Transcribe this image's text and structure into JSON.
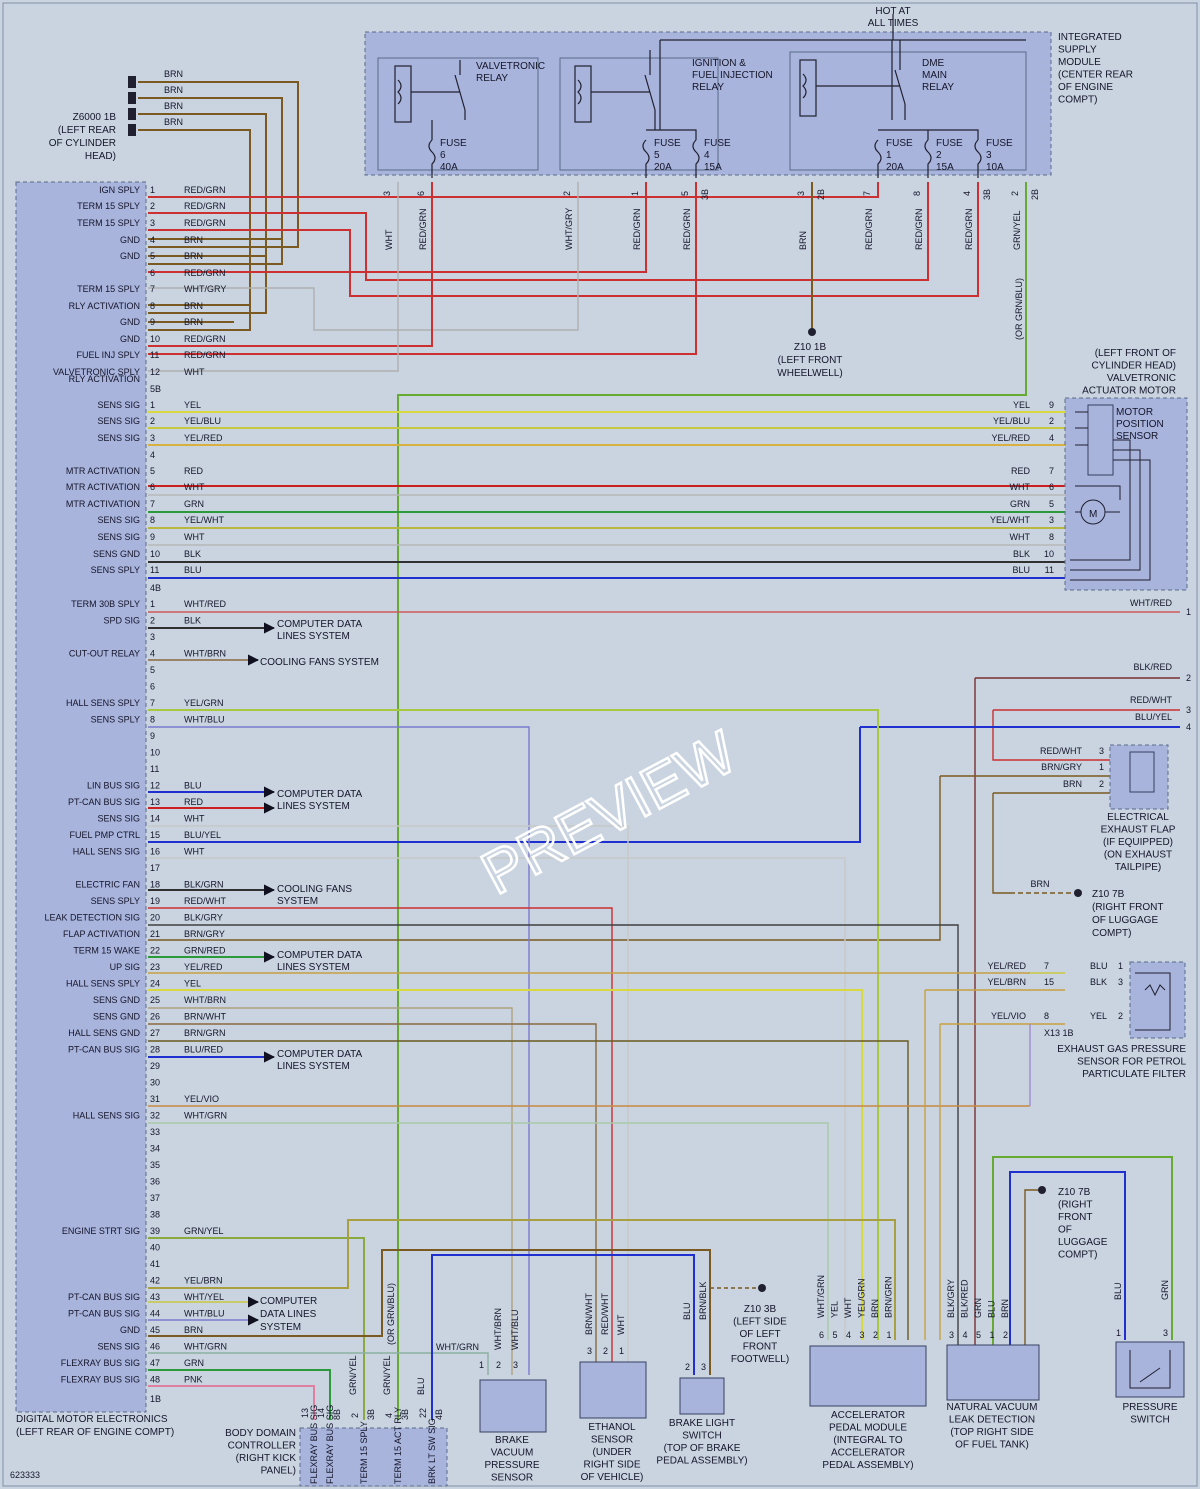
{
  "watermark": "PREVIEW",
  "figure_id": "623333",
  "dme": {
    "title": "DIGITAL MOTOR ELECTRONICS",
    "subtitle": "(LEFT REAR OF ENGINE COMPT)",
    "pins_a": [
      {
        "n": "1",
        "label": "IGN SPLY",
        "wire": "RED/GRN"
      },
      {
        "n": "2",
        "label": "TERM 15 SPLY",
        "wire": "RED/GRN"
      },
      {
        "n": "3",
        "label": "TERM 15 SPLY",
        "wire": "RED/GRN"
      },
      {
        "n": "4",
        "label": "GND",
        "wire": "BRN"
      },
      {
        "n": "5",
        "label": "GND",
        "wire": "BRN"
      },
      {
        "n": "6",
        "label": "",
        "wire": "RED/GRN"
      },
      {
        "n": "7",
        "label": "TERM 15 SPLY",
        "wire": "WHT/GRY"
      },
      {
        "n": "8",
        "label": "RLY ACTIVATION",
        "wire": "BRN"
      },
      {
        "n": "9",
        "label": "GND",
        "wire": "BRN"
      },
      {
        "n": "10",
        "label": "GND",
        "wire": "RED/GRN"
      },
      {
        "n": "11",
        "label": "FUEL INJ SPLY",
        "wire": "RED/GRN"
      },
      {
        "n": "12",
        "label": "VALVETRONIC SPLY",
        "wire": "WHT"
      }
    ],
    "rly_activation_label": "RLY ACTIVATION",
    "conn_5b": "5B",
    "pins_b": [
      {
        "n": "1",
        "label": "SENS SIG",
        "wire": "YEL"
      },
      {
        "n": "2",
        "label": "SENS SIG",
        "wire": "YEL/BLU"
      },
      {
        "n": "3",
        "label": "SENS SIG",
        "wire": "YEL/RED"
      },
      {
        "n": "4",
        "label": "",
        "wire": ""
      },
      {
        "n": "5",
        "label": "MTR ACTIVATION",
        "wire": "RED"
      },
      {
        "n": "6",
        "label": "MTR ACTIVATION",
        "wire": "WHT"
      },
      {
        "n": "7",
        "label": "MTR ACTIVATION",
        "wire": "GRN"
      },
      {
        "n": "8",
        "label": "SENS SIG",
        "wire": "YEL/WHT"
      },
      {
        "n": "9",
        "label": "SENS SIG",
        "wire": "WHT"
      },
      {
        "n": "10",
        "label": "SENS GND",
        "wire": "BLK"
      },
      {
        "n": "11",
        "label": "SENS SPLY",
        "wire": "BLU"
      }
    ],
    "conn_4b": "4B",
    "pins_c": [
      {
        "n": "1",
        "label": "TERM 30B SPLY",
        "wire": "WHT/RED"
      },
      {
        "n": "2",
        "label": "SPD SIG",
        "wire": "BLK"
      },
      {
        "n": "3",
        "label": "",
        "wire": ""
      },
      {
        "n": "4",
        "label": "CUT-OUT RELAY",
        "wire": "WHT/BRN"
      },
      {
        "n": "5",
        "label": "",
        "wire": ""
      },
      {
        "n": "6",
        "label": "",
        "wire": ""
      },
      {
        "n": "7",
        "label": "HALL SENS SPLY",
        "wire": "YEL/GRN"
      },
      {
        "n": "8",
        "label": "SENS SPLY",
        "wire": "WHT/BLU"
      },
      {
        "n": "9",
        "label": "",
        "wire": ""
      },
      {
        "n": "10",
        "label": "",
        "wire": ""
      },
      {
        "n": "11",
        "label": "",
        "wire": ""
      },
      {
        "n": "12",
        "label": "LIN BUS SIG",
        "wire": "BLU"
      },
      {
        "n": "13",
        "label": "PT-CAN BUS SIG",
        "wire": "RED"
      },
      {
        "n": "14",
        "label": "SENS SIG",
        "wire": "WHT"
      },
      {
        "n": "15",
        "label": "FUEL PMP CTRL",
        "wire": "BLU/YEL"
      },
      {
        "n": "16",
        "label": "HALL SENS SIG",
        "wire": "WHT"
      },
      {
        "n": "17",
        "label": "",
        "wire": ""
      },
      {
        "n": "18",
        "label": "ELECTRIC FAN",
        "wire": "BLK/GRN"
      },
      {
        "n": "19",
        "label": "SENS SPLY",
        "wire": "RED/WHT"
      },
      {
        "n": "20",
        "label": "LEAK DETECTION SIG",
        "wire": "BLK/GRY"
      },
      {
        "n": "21",
        "label": "FLAP ACTIVATION",
        "wire": "BRN/GRY"
      },
      {
        "n": "22",
        "label": "TERM 15 WAKE",
        "wire": "GRN/RED"
      },
      {
        "n": "23",
        "label": "UP SIG",
        "wire": "YEL/RED"
      },
      {
        "n": "24",
        "label": "HALL SENS SPLY",
        "wire": "YEL"
      },
      {
        "n": "25",
        "label": "SENS GND",
        "wire": "WHT/BRN"
      },
      {
        "n": "26",
        "label": "SENS GND",
        "wire": "BRN/WHT"
      },
      {
        "n": "27",
        "label": "HALL SENS GND",
        "wire": "BRN/GRN"
      },
      {
        "n": "28",
        "label": "PT-CAN BUS SIG",
        "wire": "BLU/RED"
      },
      {
        "n": "29",
        "label": "",
        "wire": ""
      },
      {
        "n": "30",
        "label": "",
        "wire": ""
      },
      {
        "n": "31",
        "label": "",
        "wire": "YEL/VIO"
      },
      {
        "n": "32",
        "label": "HALL SENS SIG",
        "wire": "WHT/GRN"
      },
      {
        "n": "33",
        "label": "",
        "wire": ""
      },
      {
        "n": "34",
        "label": "",
        "wire": ""
      },
      {
        "n": "35",
        "label": "",
        "wire": ""
      },
      {
        "n": "36",
        "label": "",
        "wire": ""
      },
      {
        "n": "37",
        "label": "",
        "wire": ""
      },
      {
        "n": "38",
        "label": "",
        "wire": ""
      },
      {
        "n": "39",
        "label": "ENGINE STRT SIG",
        "wire": "GRN/YEL"
      },
      {
        "n": "40",
        "label": "",
        "wire": ""
      },
      {
        "n": "41",
        "label": "",
        "wire": ""
      },
      {
        "n": "42",
        "label": "",
        "wire": "YEL/BRN"
      },
      {
        "n": "43",
        "label": "PT-CAN BUS SIG",
        "wire": "WHT/YEL"
      },
      {
        "n": "44",
        "label": "PT-CAN BUS SIG",
        "wire": "WHT/BLU"
      },
      {
        "n": "45",
        "label": "GND",
        "wire": "BRN"
      },
      {
        "n": "46",
        "label": "SENS SIG",
        "wire": "WHT/GRN"
      },
      {
        "n": "47",
        "label": "FLEXRAY BUS SIG",
        "wire": "GRN"
      },
      {
        "n": "48",
        "label": "FLEXRAY BUS SIG",
        "wire": "PNK"
      }
    ],
    "conn_1b": "1B"
  },
  "arrow_targets": {
    "cds1": "COMPUTER DATA",
    "cds1b": "LINES SYSTEM",
    "cfs1": "COOLING FANS SYSTEM",
    "cds2": "COMPUTER DATA",
    "cds2b": "LINES SYSTEM",
    "cfs2": "COOLING FANS",
    "cfs2b": "SYSTEM",
    "cds3": "COMPUTER DATA",
    "cds3b": "LINES SYSTEM",
    "cds4": "COMPUTER DATA",
    "cds4b": "LINES SYSTEM",
    "cds5": "COMPUTER",
    "cds5b": "DATA LINES",
    "cds5c": "SYSTEM"
  },
  "ground_z6000": {
    "l1": "Z6000 1B",
    "l2": "(LEFT REAR",
    "l3": "OF CYLINDER",
    "l4": "HEAD)",
    "wire": "BRN"
  },
  "supply": {
    "hot": "HOT AT",
    "hot2": "ALL TIMES",
    "title": [
      "INTEGRATED",
      "SUPPLY",
      "MODULE",
      "(CENTER REAR",
      "OF ENGINE",
      "COMPT)"
    ],
    "relay1": [
      "VALVETRONIC",
      "RELAY"
    ],
    "relay2": [
      "IGNITION &",
      "FUEL INJECTION",
      "RELAY"
    ],
    "relay3": [
      "DME",
      "MAIN",
      "RELAY"
    ],
    "fuses": [
      {
        "name": "FUSE",
        "n": "6",
        "a": "40A"
      },
      {
        "name": "FUSE",
        "n": "5",
        "a": "20A"
      },
      {
        "name": "FUSE",
        "n": "4",
        "a": "15A"
      },
      {
        "name": "FUSE",
        "n": "1",
        "a": "20A"
      },
      {
        "name": "FUSE",
        "n": "2",
        "a": "15A"
      },
      {
        "name": "FUSE",
        "n": "3",
        "a": "10A"
      }
    ],
    "pins": [
      {
        "n": "3",
        "wire": "WHT"
      },
      {
        "n": "6",
        "wire": "RED/GRN"
      },
      {
        "n": "2",
        "wire": "WHT/GRY"
      },
      {
        "n": "1",
        "wire": "RED/GRN"
      },
      {
        "n": "5",
        "wire": "RED/GRN",
        "c": "3B"
      },
      {
        "n": "3",
        "wire": "BRN",
        "c": "2B"
      },
      {
        "n": "7",
        "wire": "RED/GRN"
      },
      {
        "n": "8",
        "wire": "RED/GRN"
      },
      {
        "n": "4",
        "wire": "RED/GRN",
        "c": "3B"
      },
      {
        "n": "2",
        "wire": "GRN/YEL",
        "c": "2B"
      }
    ],
    "or_note": "(OR GRN/BLU)"
  },
  "z10_1b": {
    "l1": "Z10 1B",
    "l2": "(LEFT FRONT",
    "l3": "WHEELWELL)"
  },
  "valvetronic_motor": {
    "title": [
      "(LEFT FRONT OF",
      "CYLINDER HEAD)",
      "VALVETRONIC",
      "ACTUATOR MOTOR"
    ],
    "sensor": [
      "MOTOR",
      "POSITION",
      "SENSOR"
    ],
    "m": "M",
    "pins": [
      {
        "n": "9",
        "wire": "YEL"
      },
      {
        "n": "2",
        "wire": "YEL/BLU"
      },
      {
        "n": "4",
        "wire": "YEL/RED"
      },
      {
        "n": "7",
        "wire": "RED"
      },
      {
        "n": "6",
        "wire": "WHT"
      },
      {
        "n": "5",
        "wire": "GRN"
      },
      {
        "n": "3",
        "wire": "YEL/WHT"
      },
      {
        "n": "8",
        "wire": "WHT"
      },
      {
        "n": "10",
        "wire": "BLK"
      },
      {
        "n": "11",
        "wire": "BLU"
      }
    ]
  },
  "right_refs": [
    {
      "n": "1",
      "wire": "WHT/RED"
    },
    {
      "n": "2",
      "wire": "BLK/RED"
    },
    {
      "n": "3",
      "wire": "RED/WHT"
    },
    {
      "n": "4",
      "wire": "BLU/YEL"
    }
  ],
  "exhaust_flap": {
    "title": [
      "ELECTRICAL",
      "EXHAUST FLAP",
      "(IF EQUIPPED)",
      "(ON EXHAUST",
      "TAILPIPE)"
    ],
    "pins": [
      {
        "n": "3",
        "wire": "RED/WHT"
      },
      {
        "n": "1",
        "wire": "BRN/GRY"
      },
      {
        "n": "2",
        "wire": "BRN"
      }
    ]
  },
  "z10_7b_a": {
    "wire": "BRN",
    "l1": "Z10 7B",
    "l2": "(RIGHT FRONT",
    "l3": "OF LUGGAGE",
    "l4": "COMPT)"
  },
  "exhaust_gas_sensor": {
    "title": [
      "EXHAUST GAS PRESSURE",
      "SENSOR FOR PETROL",
      "PARTICULATE FILTER"
    ],
    "rows": [
      {
        "w1": "YEL/RED",
        "n1": "7",
        "w2": "BLU",
        "n2": "1"
      },
      {
        "w1": "YEL/BRN",
        "n1": "15",
        "w2": "BLK",
        "n2": "3"
      },
      {
        "w1": "YEL/VIO",
        "n1": "8",
        "w2": "YEL",
        "n2": "2"
      }
    ],
    "conn": "X13 1B"
  },
  "z10_7b_b": {
    "l1": "Z10 7B",
    "l2": "(RIGHT",
    "l3": "FRONT",
    "l4": "OF",
    "l5": "LUGGAGE",
    "l6": "COMPT)"
  },
  "z10_3b": {
    "l1": "Z10 3B",
    "l2": "(LEFT SIDE",
    "l3": "OF LEFT",
    "l4": "FRONT",
    "l5": "FOOTWELL)"
  },
  "bdc": {
    "title": [
      "BODY DOMAIN",
      "CONTROLLER",
      "(RIGHT KICK",
      "PANEL)"
    ],
    "pins": [
      {
        "n": "13",
        "label": "FLEXRAY BUS SIG",
        "wire": ""
      },
      {
        "n": "14",
        "label": "FLEXRAY BUS SIG",
        "wire": "",
        "c": "8B"
      },
      {
        "n": "2",
        "label": "TERM 15 SPLY",
        "wire": "GRN/YEL"
      },
      {
        "n": "4",
        "label": "TERM 15 ACT RLY",
        "wire": "GRN/YEL",
        "c": "3B"
      },
      {
        "n": "22",
        "label": "BRK LT SW SIG",
        "wire": "BLU",
        "c": "4B"
      }
    ],
    "extra_c": "3B",
    "wire_whtgrn": "WHT/GRN",
    "or_note": "(OR GRN/BLU)"
  },
  "brake_vacuum": {
    "title": [
      "BRAKE",
      "VACUUM",
      "PRESSURE",
      "SENSOR"
    ],
    "pins": [
      {
        "n": "1",
        "wire": ""
      },
      {
        "n": "2",
        "wire": "WHT/BRN"
      },
      {
        "n": "3",
        "wire": "WHT/BLU"
      }
    ]
  },
  "ethanol": {
    "title": [
      "ETHANOL",
      "SENSOR",
      "(UNDER",
      "RIGHT SIDE",
      "OF VEHICLE)"
    ],
    "pins": [
      {
        "n": "3",
        "wire": "BRN/WHT"
      },
      {
        "n": "2",
        "wire": "RED/WHT"
      },
      {
        "n": "1",
        "wire": "WHT"
      }
    ]
  },
  "brake_light": {
    "title": [
      "BRAKE LIGHT",
      "SWITCH",
      "(TOP OF BRAKE",
      "PEDAL ASSEMBLY)"
    ],
    "pins": [
      {
        "n": "2",
        "wire": "BLU"
      },
      {
        "n": "3",
        "wire": "BRN/BLK"
      }
    ]
  },
  "accel": {
    "title": [
      "ACCELERATOR",
      "PEDAL MODULE",
      "(INTEGRAL TO",
      "ACCELERATOR",
      "PEDAL ASSEMBLY)"
    ],
    "pins": [
      {
        "n": "6",
        "wire": "WHT/GRN"
      },
      {
        "n": "5",
        "wire": "YEL"
      },
      {
        "n": "4",
        "wire": "WHT"
      },
      {
        "n": "3",
        "wire": "YEL/GRN"
      },
      {
        "n": "2",
        "wire": "BRN"
      },
      {
        "n": "1",
        "wire": "BRN/GRN"
      }
    ]
  },
  "nvld": {
    "title": [
      "NATURAL VACUUM",
      "LEAK DETECTION",
      "(TOP RIGHT SIDE",
      "OF FUEL TANK)"
    ],
    "pins": [
      {
        "n": "3",
        "wire": "BLK/GRY"
      },
      {
        "n": "4",
        "wire": "BLK/RED"
      },
      {
        "n": "5",
        "wire": "GRN"
      },
      {
        "n": "1",
        "wire": "BLU"
      },
      {
        "n": "2",
        "wire": "BRN"
      }
    ]
  },
  "pressure_switch": {
    "title": [
      "PRESSURE",
      "SWITCH"
    ],
    "pins": [
      {
        "n": "1",
        "wire": "BLU"
      },
      {
        "n": "3",
        "wire": "GRN"
      }
    ]
  }
}
